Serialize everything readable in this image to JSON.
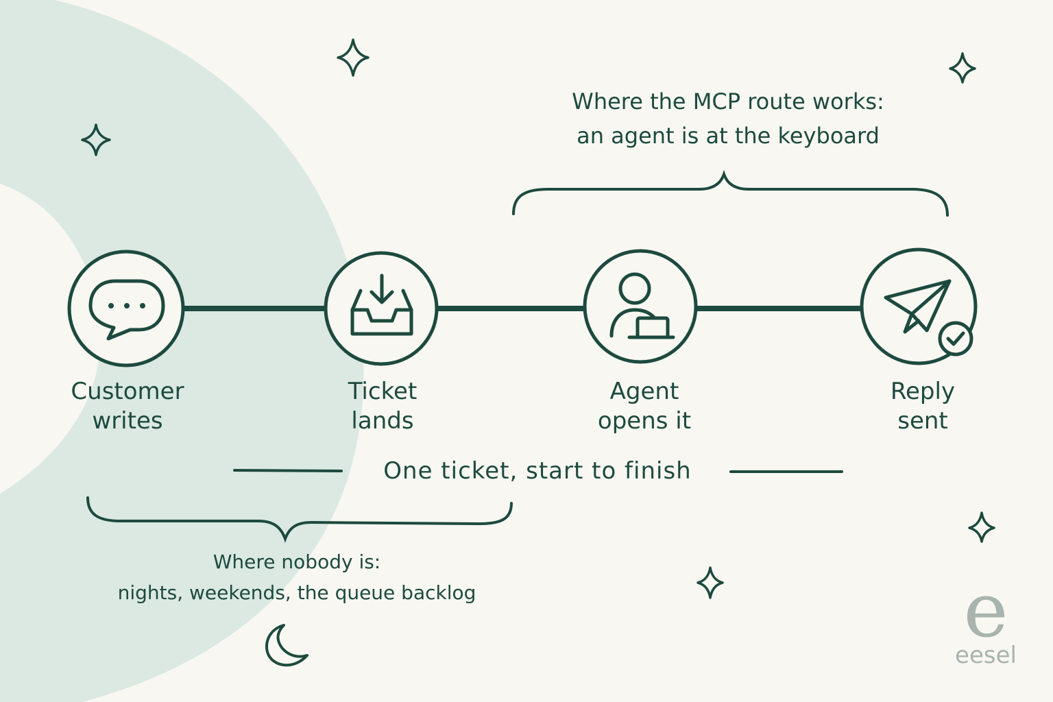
{
  "colors": {
    "ink": "#1d4a3e",
    "background": "#f8f7f2",
    "blob": "#dbe9e2",
    "logo": "#a8b4ad"
  },
  "steps": [
    {
      "id": "customer",
      "icon": "chat-bubble-icon",
      "line1": "Customer",
      "line2": "writes"
    },
    {
      "id": "ticket",
      "icon": "inbox-tray-icon",
      "line1": "Ticket",
      "line2": "lands"
    },
    {
      "id": "agent",
      "icon": "person-laptop-icon",
      "line1": "Agent",
      "line2": "opens it"
    },
    {
      "id": "reply",
      "icon": "paper-plane-check-icon",
      "line1": "Reply",
      "line2": "sent"
    }
  ],
  "top_note": {
    "line1": "Where the MCP route works:",
    "line2": "an agent is at the keyboard"
  },
  "center_caption": "One ticket, start to finish",
  "bottom_note": {
    "line1": "Where nobody is:",
    "line2": "nights, weekends, the queue backlog"
  },
  "decor_icons": [
    "sparkle-icon",
    "moon-icon"
  ],
  "logo": {
    "mark": "e",
    "text": "eesel"
  }
}
